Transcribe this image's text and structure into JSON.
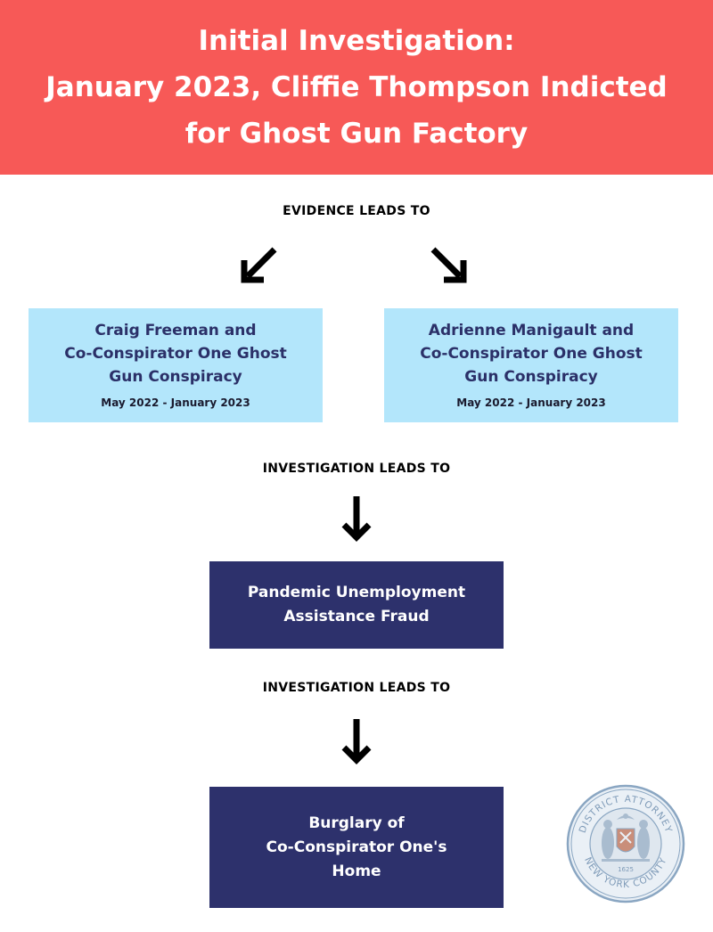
{
  "header": {
    "line1": "Initial Investigation:",
    "line2": "January 2023, Cliffie Thompson Indicted",
    "line3": "for Ghost Gun Factory"
  },
  "connectors": {
    "evidence": "EVIDENCE LEADS TO",
    "investigation1": "INVESTIGATION LEADS TO",
    "investigation2": "INVESTIGATION LEADS TO"
  },
  "boxes": {
    "left": {
      "line1": "Craig Freeman and",
      "line2": "Co-Conspirator One Ghost",
      "line3": "Gun Conspiracy",
      "dates": "May 2022 - January 2023"
    },
    "right": {
      "line1": "Adrienne Manigault and",
      "line2": "Co-Conspirator One Ghost",
      "line3": "Gun Conspiracy",
      "dates": "May 2022 - January 2023"
    },
    "fraud": {
      "line1": "Pandemic Unemployment",
      "line2": "Assistance Fraud"
    },
    "burglary": {
      "line1": "Burglary of",
      "line2": "Co-Conspirator One's",
      "line3": "Home"
    }
  },
  "seal": {
    "top_text": "DISTRICT ATTORNEY",
    "bottom_text": "NEW YORK COUNTY",
    "year": "1625",
    "icon": "district-attorney-seal-icon"
  },
  "colors": {
    "header_bg": "#f75957",
    "light_box": "#b3e6fb",
    "dark_box": "#2d316c",
    "light_box_text": "#2b3068",
    "seal": "#8aa6c2"
  }
}
